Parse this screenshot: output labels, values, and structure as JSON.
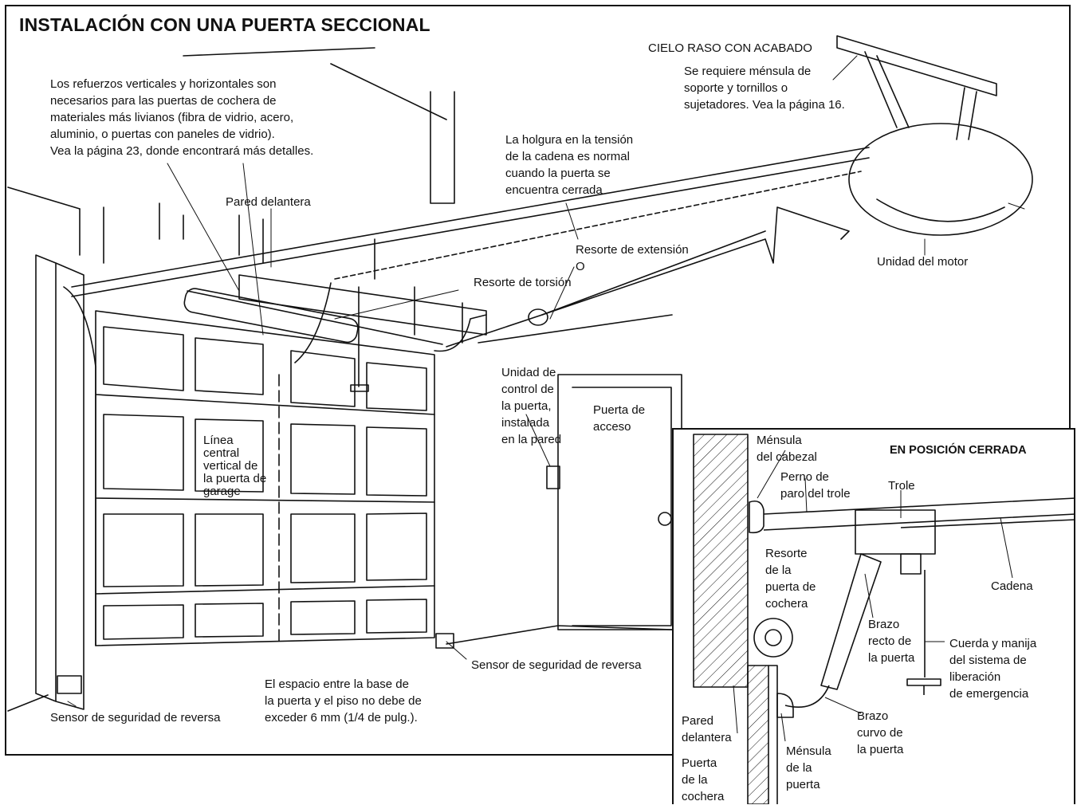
{
  "title": "INSTALACIÓN CON UNA PUERTA SECCIONAL",
  "labels": {
    "reinforcements": [
      "Los refuerzos verticales y horizontales son",
      "necesarios para las puertas de cochera de",
      "materiales más livianos (fibra de vidrio, acero,",
      "aluminio, o puertas con paneles de vidrio).",
      "Vea la página 23, donde encontrará más detalles."
    ],
    "front_wall": "Pared delantera",
    "finished_ceiling": "CIELO RASO CON ACABADO",
    "ceiling_note": [
      "Se requiere ménsula de",
      "soporte y tornillos o",
      "sujetadores. Vea la página 16."
    ],
    "chain_slack": [
      "La holgura en la tensión",
      "de la cadena es normal",
      "cuando la puerta se",
      "encuentra cerrada"
    ],
    "extension_spring": [
      "Resorte de extensión",
      "O"
    ],
    "torsion_spring": "Resorte de torsión",
    "motor_unit": "Unidad del motor",
    "wall_control": [
      "Unidad de",
      "control de",
      "la puerta,",
      "instalada",
      "en la pared"
    ],
    "access_door": [
      "Puerta de",
      "acceso"
    ],
    "centerline": [
      "Línea",
      "central",
      "vertical de",
      "la puerta de",
      "garage"
    ],
    "sensor_right": "Sensor de seguridad de reversa",
    "sensor_left": "Sensor de seguridad de reversa",
    "floor_gap": [
      "El espacio entre la base de",
      "la puerta y el piso no debe de",
      "exceder 6 mm (1/4 de pulg.)."
    ]
  },
  "inset": {
    "title": "EN POSICIÓN CERRADA",
    "header_bracket": [
      "Ménsula",
      "del cabezal"
    ],
    "trolley_stop": [
      "Perno de",
      "paro del trole"
    ],
    "trolley": "Trole",
    "door_spring": [
      "Resorte",
      "de la",
      "puerta de",
      "cochera"
    ],
    "chain": "Cadena",
    "straight_arm": [
      "Brazo",
      "recto de",
      "la puerta"
    ],
    "release_cord": [
      "Cuerda y manija",
      "del sistema de",
      "liberación",
      "de emergencia"
    ],
    "front_wall": [
      "Pared",
      "delantera"
    ],
    "curved_arm": [
      "Brazo",
      "curvo de",
      "la puerta"
    ],
    "door_bracket": [
      "Ménsula",
      "de la",
      "puerta"
    ],
    "garage_door": [
      "Puerta",
      "de la",
      "cochera"
    ]
  }
}
